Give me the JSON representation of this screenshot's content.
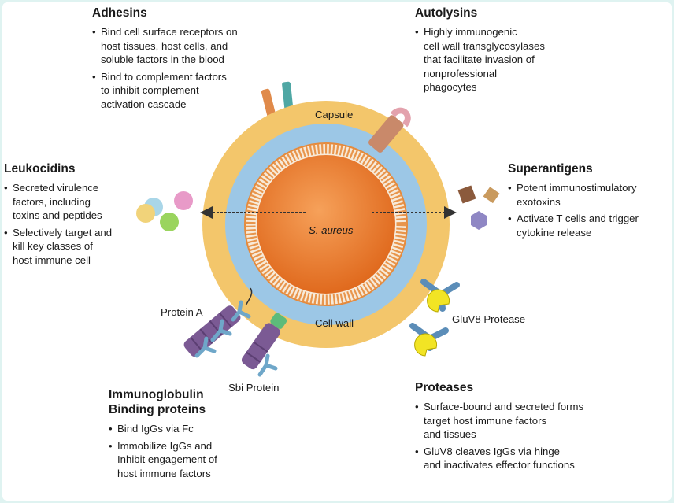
{
  "sections": {
    "adhesins": {
      "title": "Adhesins",
      "bullets": [
        "Bind cell surface receptors on\nhost tissues, host cells, and\nsoluble factors in the blood",
        "Bind to complement factors\nto inhibit complement\nactivation cascade"
      ]
    },
    "autolysins": {
      "title": "Autolysins",
      "bullets": [
        "Highly immunogenic\ncell wall transglycosylases\nthat facilitate invasion of\nnonprofessional\nphagocytes"
      ]
    },
    "leukocidins": {
      "title": "Leukocidins",
      "bullets": [
        "Secreted virulence\nfactors, including\ntoxins and peptides",
        "Selectively target and\nkill key classes of\nhost immune cell"
      ]
    },
    "superantigens": {
      "title": "Superantigens",
      "bullets": [
        "Potent immunostimulatory\nexotoxins",
        "Activate T cells and trigger\ncytokine release"
      ]
    },
    "immunoglobulin": {
      "title": "Immunoglobulin\nBinding proteins",
      "bullets": [
        "Bind IgGs via Fc",
        "Immobilize IgGs and\nInhibit engagement of\nhost immune factors"
      ]
    },
    "proteases": {
      "title": "Proteases",
      "bullets": [
        "Surface-bound and secreted forms\ntarget host immune factors\nand tissues",
        "GluV8 cleaves IgGs via hinge\nand inactivates effector functions"
      ]
    }
  },
  "labels": {
    "capsule": "Capsule",
    "cell_wall": "Cell wall",
    "organism": "S. aureus",
    "protein_a": "Protein A",
    "sbi_protein": "Sbi Protein",
    "gluv8_protease": "GluV8 Protease"
  },
  "colors": {
    "capsule": "#f3c66b",
    "cell_wall": "#9cc7e6",
    "cytoplasm": "#e8782d",
    "membrane_stripe": "#f4d9bd",
    "autolysin": "#c9896a",
    "protease_head": "#f2e424",
    "protease_arm": "#5b8db8",
    "antibody": "#6fa7c9",
    "protein_a": "#7b5a94",
    "superantigen_brown": "#8b5a3c",
    "superantigen_tan": "#c99a5e",
    "superantigen_purple": "#8f87c4",
    "leukocidin_pink": "#e89ac8",
    "leukocidin_blue": "#a9d6e8",
    "leukocidin_yellow": "#f1d37a",
    "leukocidin_green": "#9ad45e"
  }
}
